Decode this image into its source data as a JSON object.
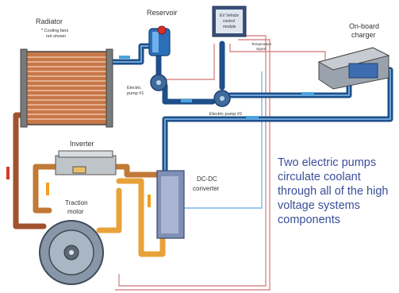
{
  "labels": {
    "reservoir": "Reservoir",
    "radiator": "Radiator",
    "radiator_note_line1": "* Cooling fans",
    "radiator_note_line2": "not shown",
    "ev_module_line1": "EV Vehicle",
    "ev_module_line2": "control",
    "ev_module_line3": "module",
    "onboard_charger_line1": "On-board",
    "onboard_charger_line2": "charger",
    "temperature_signal_line1": "Temperature",
    "temperature_signal_line2": "signal",
    "electric_pump_1_line1": "Electric",
    "electric_pump_1_line2": "pump #1",
    "electric_pump_2": "Electric pump #2",
    "inverter": "Inverter",
    "dcdc_line1": "DC-DC",
    "dcdc_line2": "converter",
    "traction_motor_line1": "Traction",
    "traction_motor_line2": "motor"
  },
  "caption": {
    "line1": "Two electric pumps",
    "line2": "circulate coolant",
    "line3": "through all of the high",
    "line4": "voltage systems",
    "line5": "components"
  },
  "colors": {
    "cold_pipe": "#1e4f8a",
    "hot_pipe": "#a0522d",
    "warm_pipe": "#e8a23a",
    "arrow_blue": "#4aa3e0",
    "arrow_orange": "#f0a020",
    "arrow_red": "#d93a2b",
    "signal_wire": "#d88a8a",
    "caption_text": "#3a4e9a"
  }
}
